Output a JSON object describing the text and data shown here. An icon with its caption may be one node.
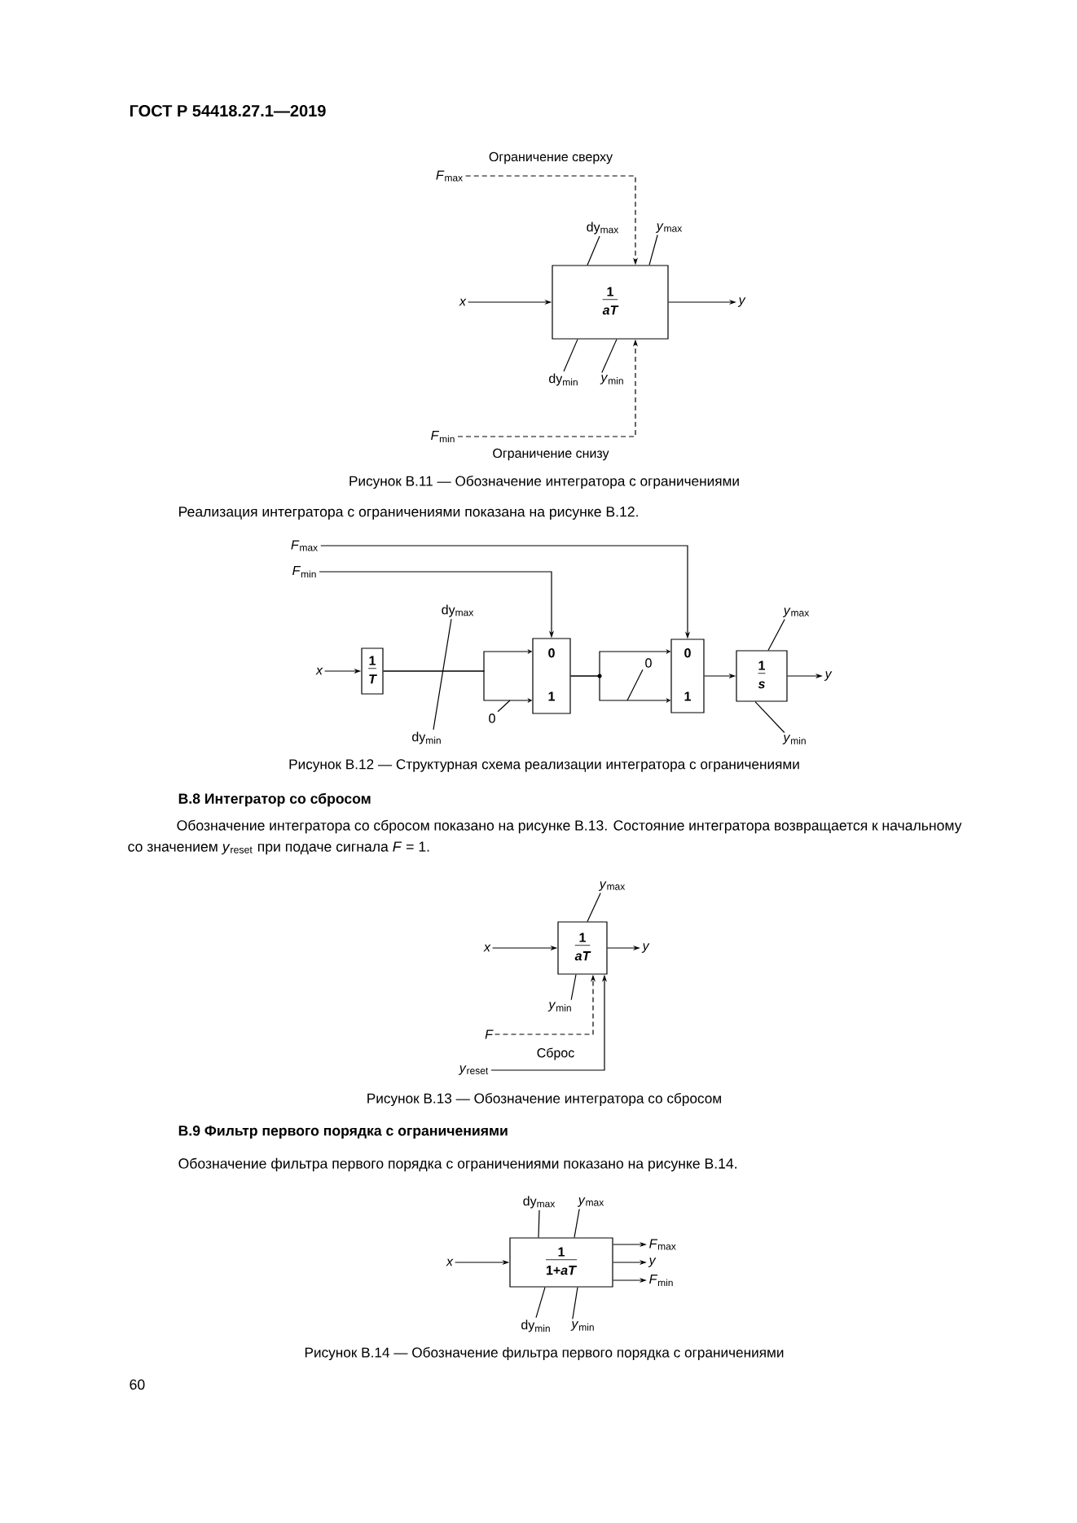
{
  "diagram": {
    "nodes": [
      {
        "text": [
          "*F*$_{max}$"
        ]
      },
      {
        "text": [
          "dy$_{max}$"
        ]
      },
      {
        "text": [
          "*y*$_{max}$"
        ]
      },
      {
        "text": [
          "x"
        ]
      },
      {
        "text": [
          "1",
          "aT"
        ]
      },
      {
        "text": [
          "y"
        ]
      },
      {
        "text": [
          "dy$_{min}$"
        ]
      },
      {
        "text": [
          "*y*$_{min}$"
        ]
      },
      {
        "text": [
          "*F*$_{min}$"
        ]
      },
      {
        "text": [
          "*F*$_{max}$"
        ]
      },
      {
        "text": [
          "*F*$_{min}$"
        ]
      },
      {
        "text": [
          "dy$_{max}$"
        ]
      },
      {
        "text": [
          "*y*$_{max}$"
        ]
      },
      {
        "text": [
          "x"
        ]
      },
      {
        "text": [
          "1",
          "T"
        ]
      },
      {
        "text": [
          "0",
          "1"
        ]
      },
      {
        "text": [
          "0"
        ]
      },
      {
        "text": [
          "0",
          "1"
        ]
      },
      {
        "text": [
          "1",
          "s"
        ]
      },
      {
        "text": [
          "y"
        ]
      },
      {
        "text": [
          "dy$_{min}$"
        ]
      },
      {
        "text": [
          "0"
        ]
      },
      {
        "text": [
          "*y*$_{min}$"
        ]
      },
      {
        "text": [
          "*y*$_{max}$"
        ]
      },
      {
        "text": [
          "x"
        ]
      },
      {
        "text": [
          "1",
          "aT"
        ]
      },
      {
        "text": [
          "y"
        ]
      },
      {
        "text": [
          "*y*$_{min}$"
        ]
      },
      {
        "text": [
          "F"
        ]
      },
      {
        "text": [
          "*y*$_{reset}$"
        ]
      },
      {
        "text": [
          "dy$_{max}$"
        ]
      },
      {
        "text": [
          "*y*$_{max}$"
        ]
      },
      {
        "text": [
          "x"
        ]
      },
      {
        "text": [
          "1",
          "1+*aT*"
        ]
      },
      {
        "text": [
          "*F*$_{max}$"
        ]
      },
      {
        "text": [
          "y"
        ]
      },
      {
        "text": [
          "*F*$_{min}$"
        ]
      },
      {
        "text": [
          "dy$_{min}$"
        ]
      },
      {
        "text": [
          "*y*$_{min}$"
        ]
      }
    ],
    "edges": [
      {
        "from": 0,
        "to": 4,
        "arrow": "to",
        "style": "dashed",
        "label": "Ограничение сверху"
      },
      {
        "from": 1,
        "to": 4,
        "arrow": "none"
      },
      {
        "from": 2,
        "to": 4,
        "arrow": "none"
      },
      {
        "from": 3,
        "to": 4,
        "arrow": "to"
      },
      {
        "from": 4,
        "to": 5,
        "arrow": "to"
      },
      {
        "from": 6,
        "to": 4,
        "arrow": "none"
      },
      {
        "from": 7,
        "to": 4,
        "arrow": "none"
      },
      {
        "from": 8,
        "to": 4,
        "arrow": "to",
        "style": "dashed",
        "label": "Ограничение снизу"
      },
      {
        "from": 9,
        "to": 17,
        "arrow": "to"
      },
      {
        "from": 10,
        "to": 15,
        "arrow": "to"
      },
      {
        "from": 13,
        "to": 14,
        "arrow": "to"
      },
      {
        "from": 14,
        "to": 15,
        "arrow": "to"
      },
      {
        "from": 14,
        "to": 15,
        "arrow": "to"
      },
      {
        "from": 11,
        "to": 20,
        "arrow": "none"
      },
      {
        "from": 21,
        "to": null,
        "arrow": "none"
      },
      {
        "from": 15,
        "to": 17,
        "arrow": "to"
      },
      {
        "from": 15,
        "to": 17,
        "arrow": "to"
      },
      {
        "from": 16,
        "to": null,
        "arrow": "none"
      },
      {
        "from": 17,
        "to": 18,
        "arrow": "to"
      },
      {
        "from": 18,
        "to": 19,
        "arrow": "to"
      },
      {
        "from": 12,
        "to": 18,
        "arrow": "none"
      },
      {
        "from": 22,
        "to": 18,
        "arrow": "none"
      },
      {
        "from": 23,
        "to": 25,
        "arrow": "none"
      },
      {
        "from": 24,
        "to": 25,
        "arrow": "to"
      },
      {
        "from": 25,
        "to": 26,
        "arrow": "to"
      },
      {
        "from": 27,
        "to": 25,
        "arrow": "none"
      },
      {
        "from": 28,
        "to": 25,
        "arrow": "to",
        "style": "dashed"
      },
      {
        "from": 29,
        "to": 25,
        "arrow": "to",
        "label": "Сброс"
      },
      {
        "from": 30,
        "to": 33,
        "arrow": "none"
      },
      {
        "from": 31,
        "to": 33,
        "arrow": "none"
      },
      {
        "from": 32,
        "to": 33,
        "arrow": "to"
      },
      {
        "from": 33,
        "to": 34,
        "arrow": "to"
      },
      {
        "from": 33,
        "to": 35,
        "arrow": "to"
      },
      {
        "from": 33,
        "to": 36,
        "arrow": "to"
      },
      {
        "from": 37,
        "to": 33,
        "arrow": "none"
      },
      {
        "from": 38,
        "to": 33,
        "arrow": "none"
      }
    ],
    "labels": [
      "ГОСТ Р 54418.27.1—2019",
      "Рисунок В.11 — Обозначение интегратора с ограничениями",
      "Реализация интегратора с ограничениями показана на рисунке В.12.",
      "Рисунок В.12 — Структурная схема реализации интегратора с ограничениями",
      "В.8 Интегратор со сбросом",
      "Обозначение интегратора со сбросом показано на рисунке В.13. Состояние интегратора возвращается к начальному со значением *y*$_{reset}$ при подаче сигнала *F* = 1.",
      "Рисунок В.13 — Обозначение интегратора со сбросом",
      "В.9 Фильтр первого порядка с ограничениями",
      "Обозначение фильтра первого порядка с ограничениями показано на рисунке В.14.",
      "Рисунок В.14 — Обозначение фильтра первого порядка с ограничениями",
      "60"
    ]
  }
}
